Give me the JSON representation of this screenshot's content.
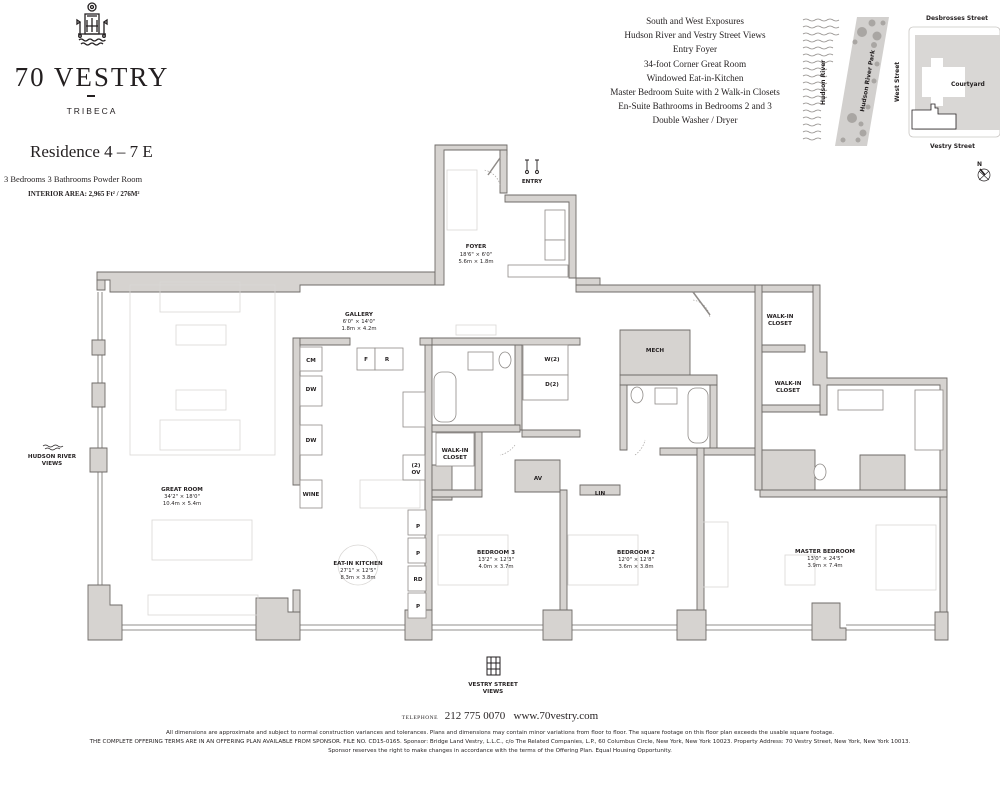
{
  "brand": {
    "name": "70 VESTRY",
    "subtitle": "TRIBECA",
    "logo_icon": "building-crest-icon"
  },
  "residence": {
    "title": "Residence 4 – 7 E",
    "rooms_summary": "3 Bedrooms   3 Bathrooms   Powder Room",
    "interior_area": "INTERIOR AREA: 2,965 Ft² / 276M²"
  },
  "features": [
    "South and West Exposures",
    "Hudson River and Vestry Street Views",
    "Entry Foyer",
    "34-foot Corner Great Room",
    "Windowed Eat-in-Kitchen",
    "Master Bedroom Suite with 2 Walk-in Closets",
    "En-Suite Bathrooms in Bedrooms 2 and 3",
    "Double Washer / Dryer"
  ],
  "site_map": {
    "labels": {
      "river": "Hudson River",
      "park": "Hudson River Park",
      "west_street": "West Street",
      "north_street": "Desbrosses Street",
      "south_street": "Vestry Street",
      "courtyard": "Courtyard"
    },
    "compass": "N",
    "colors": {
      "park": "#d2d0ce",
      "block": "#d9d7d5",
      "tree": "#a9a6a3",
      "line": "#231f20"
    }
  },
  "floorplan": {
    "colors": {
      "wall_fill": "#d6d3d0",
      "wall_stroke": "#6f6b68",
      "furniture": "#d9d7d5"
    },
    "entry_label": "ENTRY",
    "rooms": [
      {
        "id": "foyer",
        "name": "FOYER",
        "imperial": "18'6\" × 6'0\"",
        "metric": "5.6m × 1.8m"
      },
      {
        "id": "gallery",
        "name": "GALLERY",
        "imperial": "6'0\" × 14'0\"",
        "metric": "1.8m × 4.2m"
      },
      {
        "id": "great-room",
        "name": "GREAT ROOM",
        "imperial": "34'2\" × 18'0\"",
        "metric": "10.4m × 5.4m"
      },
      {
        "id": "eat-in-kitchen",
        "name": "EAT-IN KITCHEN",
        "imperial": "27'1\" × 12'5\"",
        "metric": "8.3m × 3.8m"
      },
      {
        "id": "bedroom-3",
        "name": "BEDROOM 3",
        "imperial": "13'2\" × 12'3\"",
        "metric": "4.0m × 3.7m"
      },
      {
        "id": "bedroom-2",
        "name": "BEDROOM 2",
        "imperial": "12'0\" × 12'8\"",
        "metric": "3.6m × 3.8m"
      },
      {
        "id": "master-bedroom",
        "name": "MASTER BEDROOM",
        "imperial": "13'0\" × 24'5\"",
        "metric": "3.9m × 7.4m"
      }
    ],
    "small_labels": {
      "walk_in_closet_line1": "WALK-IN",
      "walk_in_closet_line2": "CLOSET",
      "mech": "MECH",
      "av": "AV",
      "lin": "LIN",
      "washer": "W(2)",
      "dryer": "D(2)",
      "coffee_maker": "CM",
      "dishwasher": "DW",
      "wine": "WINE",
      "fridge_f": "F",
      "fridge_r": "R",
      "oven_qty": "(2)",
      "oven": "OV",
      "pantry": "P",
      "refrigerated_drawer": "RD"
    }
  },
  "views": {
    "west": {
      "line1": "HUDSON RIVER",
      "line2": "VIEWS",
      "icon": "water-waves-icon"
    },
    "south": {
      "line1": "VESTRY STREET",
      "line2": "VIEWS",
      "icon": "building-facade-icon"
    }
  },
  "contact": {
    "telephone_label": "TELEPHONE",
    "telephone": "212 775 0070",
    "website": "www.70vestry.com"
  },
  "legal": [
    "All dimensions are approximate and subject to normal construction variances and tolerances. Plans and dimensions may contain minor variations from floor to floor. The square footage on this floor plan exceeds the usable square footage.",
    "THE COMPLETE OFFERING TERMS ARE IN AN OFFERING PLAN AVAILABLE FROM SPONSOR. FILE NO. CD15-0165. Sponsor: Bridge Land Vestry, L.L.C., c/o The Related Companies, L.P., 60 Columbus Circle, New York, New York 10023. Property Address: 70 Vestry Street, New York, New York 10013.",
    "Sponsor reserves the right to make changes in accordance with the terms of the Offering Plan. Equal Housing Opportunity."
  ]
}
